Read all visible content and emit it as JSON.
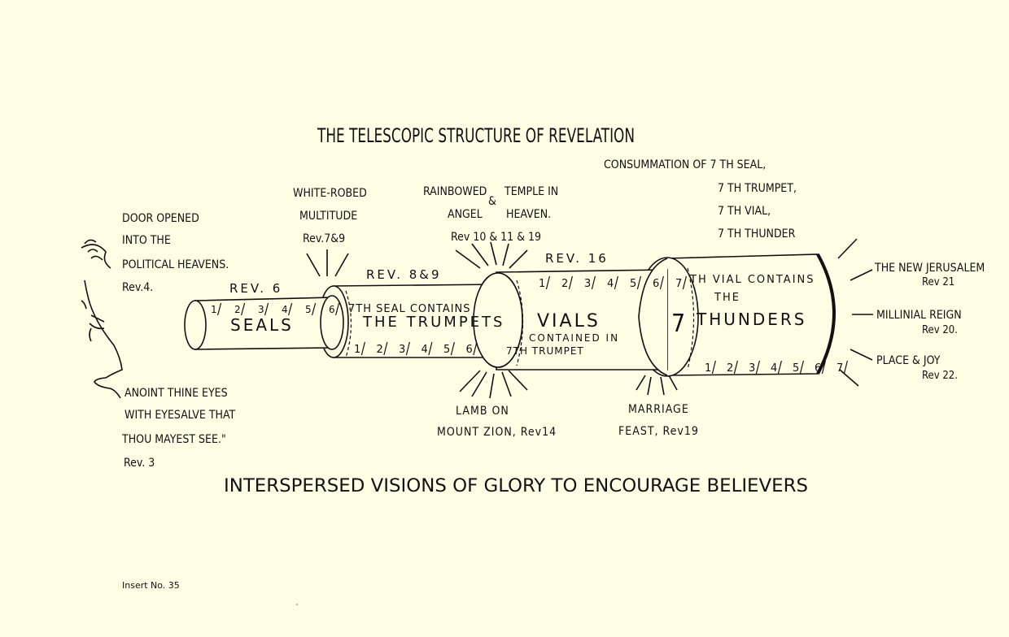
{
  "title": "THE TELESCOPIC STRUCTURE OF REVELATION",
  "face_labels": {
    "door": [
      "DOOR OPENED",
      "INTO THE",
      "POLITICAL HEAVENS.",
      "Rev.4."
    ],
    "anoint": [
      "ANOINT THINE EYES",
      "WITH EYESALVE THAT",
      "THOU MAYEST SEE.\"",
      "Rev. 3"
    ]
  },
  "top_labels": {
    "white_robed": [
      "WHITE-ROBED",
      "MULTITUDE",
      "Rev.7&9"
    ],
    "rainbowed": [
      "RAINBOWED",
      "ANGEL",
      "&",
      "TEMPLE IN",
      "HEAVEN.",
      "Rev 10 & 11 & 19"
    ],
    "consummation": [
      "CONSUMMATION  OF  7 TH SEAL,",
      "7 TH TRUMPET,",
      "7 TH VIAL,",
      "7 TH THUNDER"
    ]
  },
  "cylinders": {
    "seals": {
      "ref": "REV. 6",
      "name": "SEALS",
      "numbers": [
        "1",
        "2",
        "3",
        "4",
        "5",
        "6"
      ]
    },
    "trumpets": {
      "ref": "REV. 8&9",
      "line1": "7TH SEAL CONTAINS",
      "name": "THE TRUMPETS",
      "numbers": [
        "1",
        "2",
        "3",
        "4",
        "5",
        "6"
      ],
      "tail": "7TH TRUMPET"
    },
    "vials": {
      "ref": "REV. 16",
      "name": "VIALS",
      "line2": "CONTAINED IN",
      "numbers": [
        "1",
        "2",
        "3",
        "4",
        "5",
        "6",
        "7"
      ]
    },
    "thunders": {
      "line1": "TH  VIAL CONTAINS",
      "line2": "THE",
      "name": "THUNDERS",
      "seven": "7",
      "numbers": [
        "1",
        "2",
        "3",
        "4",
        "5",
        "6",
        "7"
      ]
    }
  },
  "bottom_labels": {
    "lamb": [
      "LAMB  ON",
      "MOUNT ZION, Rev14"
    ],
    "marriage": [
      "MARRIAGE",
      "FEAST, Rev19"
    ]
  },
  "right_labels": [
    {
      "text": "THE NEW JERUSALEM",
      "ref": "Rev 21"
    },
    {
      "text": "MILLINIAL REIGN",
      "ref": "Rev 20."
    },
    {
      "text": "PLACE & JOY",
      "ref": "Rev 22."
    }
  ],
  "footer": "INTERSPERSED  VISIONS  OF  GLORY  TO  ENCOURAGE  BELIEVERS",
  "insert": "Insert No. 35"
}
